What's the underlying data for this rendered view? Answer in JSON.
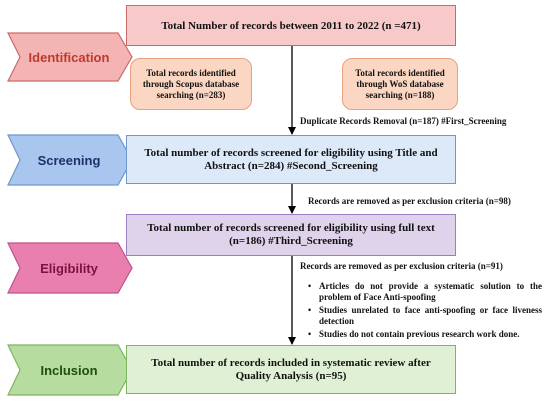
{
  "stages": {
    "identification": "Identification",
    "screening": "Screening",
    "eligibility": "Eligibility",
    "inclusion": "Inclusion"
  },
  "boxes": {
    "total_records": "Total Number of records between 2011 to 2022 (n =471)",
    "scopus": "Total records identified through Scopus database searching (n=283)",
    "wos": "Total records identified through WoS database searching (n=188)",
    "first_screening_note": "Duplicate Records Removal (n=187) #First_Screening",
    "screening_box": "Total number of records screened for eligibility using Title and Abstract (n=284)  #Second_Screening",
    "exclusion_note_1": "Records are removed as per exclusion criteria (n=98)",
    "fulltext_box": "Total number of records screened for eligibility using full text (n=186) #Third_Screening",
    "exclusion_note_2": "Records are removed as per exclusion criteria (n=91)",
    "exclusion_reasons": [
      "Articles do not provide a systematic solution to the problem of Face Anti-spoofing",
      "Studies unrelated to face anti-spoofing or face liveness detection",
      "Studies do not contain previous research work done."
    ],
    "included_box": "Total number of records included in systematic review after Quality Analysis (n=95)"
  },
  "colors": {
    "identification_fill": "#f4b4b4",
    "screening_fill": "#a9c7ee",
    "eligibility_fill": "#e97fae",
    "inclusion_fill": "#b6dd9f",
    "pink_box": "#f7c9c9",
    "blue_box": "#dce9f8",
    "purple_box": "#dfd3ec",
    "green_box": "#dff0d5",
    "peach_box": "#fbd6c2"
  }
}
